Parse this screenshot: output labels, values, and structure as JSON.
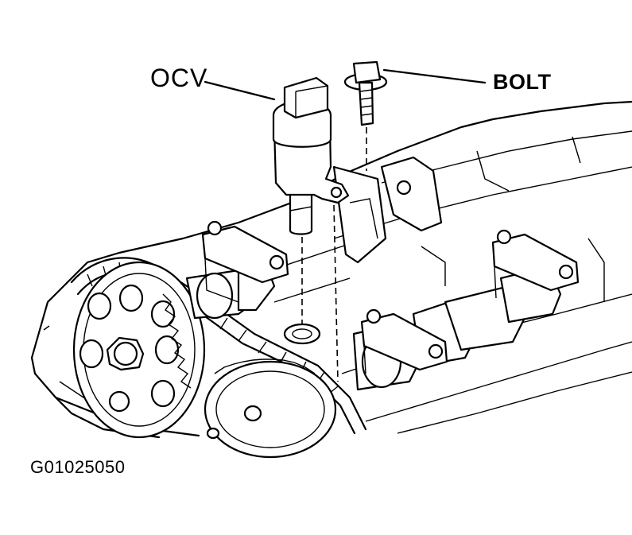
{
  "labels": {
    "ocv": "OCV",
    "bolt": "BOLT",
    "figure_code": "G01025050"
  },
  "colors": {
    "ink": "#000000",
    "paper": "#ffffff"
  }
}
